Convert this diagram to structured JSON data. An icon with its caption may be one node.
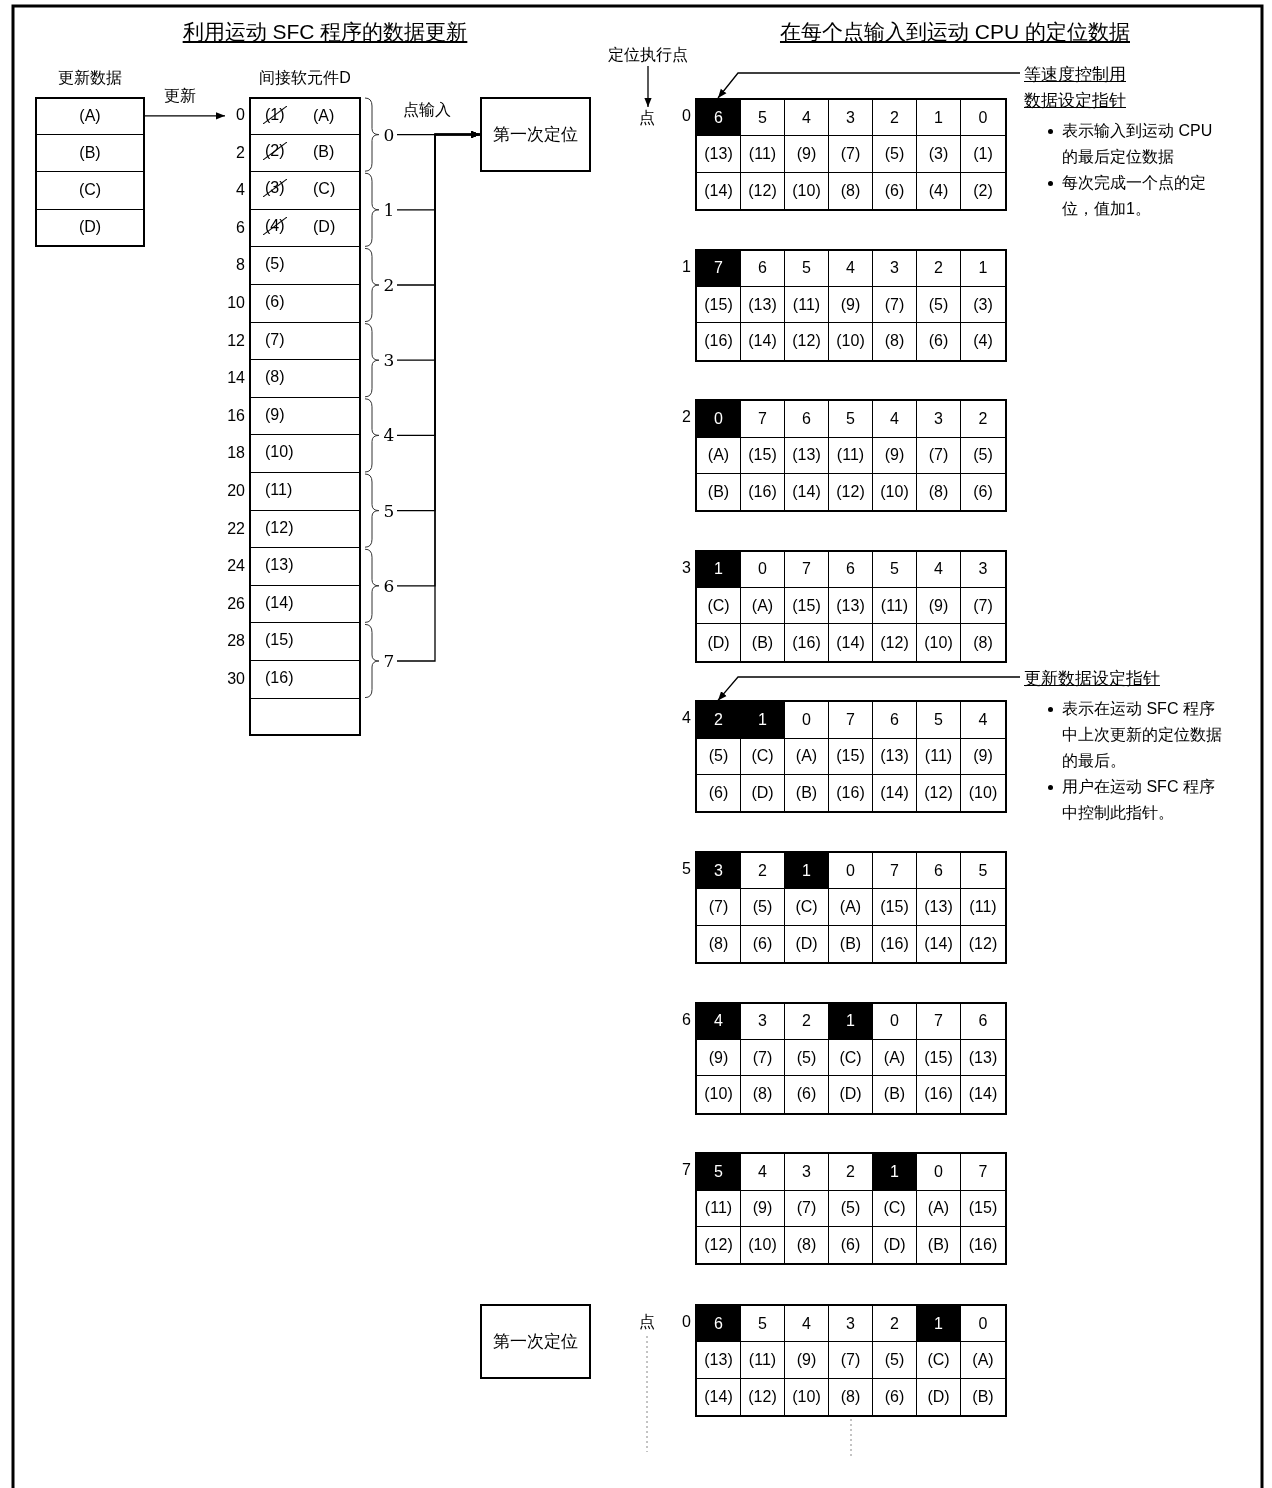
{
  "diagram": {
    "nodes": [
      {
        "text": [
          "更新数据"
        ]
      },
      {
        "text": [
          "(A)"
        ],
        "in": 0
      },
      {
        "text": [
          "(B)"
        ],
        "in": 0
      },
      {
        "text": [
          "(C)"
        ],
        "in": 0
      },
      {
        "text": [
          "(D)"
        ],
        "in": 0
      },
      {
        "text": [
          "间接软元件D"
        ]
      },
      {
        "text": [
          "(1)",
          "(A)"
        ],
        "in": 5,
        "beside": [
          "0"
        ]
      },
      {
        "text": [
          "(2)",
          "(B)"
        ],
        "in": 5,
        "beside": [
          "2"
        ]
      },
      {
        "text": [
          "(3)",
          "(C)"
        ],
        "in": 5,
        "beside": [
          "4"
        ]
      },
      {
        "text": [
          "(4)",
          "(D)"
        ],
        "in": 5,
        "beside": [
          "6"
        ]
      },
      {
        "text": [
          "(5)"
        ],
        "in": 5,
        "beside": [
          "8"
        ]
      },
      {
        "text": [
          "(6)"
        ],
        "in": 5,
        "beside": [
          "10"
        ]
      },
      {
        "text": [
          "(7)"
        ],
        "in": 5,
        "beside": [
          "12"
        ]
      },
      {
        "text": [
          "(8)"
        ],
        "in": 5,
        "beside": [
          "14"
        ]
      },
      {
        "text": [
          "(9)"
        ],
        "in": 5,
        "beside": [
          "16"
        ]
      },
      {
        "text": [
          "(10)"
        ],
        "in": 5,
        "beside": [
          "18"
        ]
      },
      {
        "text": [
          "(11)"
        ],
        "in": 5,
        "beside": [
          "20"
        ]
      },
      {
        "text": [
          "(12)"
        ],
        "in": 5,
        "beside": [
          "22"
        ]
      },
      {
        "text": [
          "(13)"
        ],
        "in": 5,
        "beside": [
          "24"
        ]
      },
      {
        "text": [
          "(14)"
        ],
        "in": 5,
        "beside": [
          "26"
        ]
      },
      {
        "text": [
          "(15)"
        ],
        "in": 5,
        "beside": [
          "28"
        ]
      },
      {
        "text": [
          "(16)"
        ],
        "in": 5,
        "beside": [
          "30"
        ]
      },
      {
        "text": [],
        "shape": "box",
        "in": 5
      },
      {
        "text": [
          "0"
        ]
      },
      {
        "text": [
          "1"
        ]
      },
      {
        "text": [
          "2"
        ]
      },
      {
        "text": [
          "3"
        ]
      },
      {
        "text": [
          "4"
        ]
      },
      {
        "text": [
          "5"
        ]
      },
      {
        "text": [
          "6"
        ]
      },
      {
        "text": [
          "7"
        ]
      },
      {
        "text": [
          "第一次定位"
        ]
      },
      {
        "text": [
          "定位执行点"
        ]
      },
      {
        "text": [
          "点"
        ]
      },
      {
        "text": [
          "6",
          "5",
          "4",
          "3",
          "2",
          "1",
          "0",
          "(13)",
          "(11)",
          "(9)",
          "(7)",
          "(5)",
          "(3)",
          "(1)",
          "(14)",
          "(12)",
          "(10)",
          "(8)",
          "(6)",
          "(4)",
          "(2)"
        ],
        "beside": [
          "0"
        ]
      },
      {
        "text": [
          "7",
          "6",
          "5",
          "4",
          "3",
          "2",
          "1",
          "(15)",
          "(13)",
          "(11)",
          "(9)",
          "(7)",
          "(5)",
          "(3)",
          "(16)",
          "(14)",
          "(12)",
          "(10)",
          "(8)",
          "(6)",
          "(4)"
        ],
        "beside": [
          "1"
        ]
      },
      {
        "text": [
          "0",
          "7",
          "6",
          "5",
          "4",
          "3",
          "2",
          "(A)",
          "(15)",
          "(13)",
          "(11)",
          "(9)",
          "(7)",
          "(5)",
          "(B)",
          "(16)",
          "(14)",
          "(12)",
          "(10)",
          "(8)",
          "(6)"
        ],
        "beside": [
          "2"
        ]
      },
      {
        "text": [
          "1",
          "0",
          "7",
          "6",
          "5",
          "4",
          "3",
          "(C)",
          "(A)",
          "(15)",
          "(13)",
          "(11)",
          "(9)",
          "(7)",
          "(D)",
          "(B)",
          "(16)",
          "(14)",
          "(12)",
          "(10)",
          "(8)"
        ],
        "beside": [
          "3"
        ]
      },
      {
        "text": [
          "2",
          "1",
          "0",
          "7",
          "6",
          "5",
          "4",
          "(5)",
          "(C)",
          "(A)",
          "(15)",
          "(13)",
          "(11)",
          "(9)",
          "(6)",
          "(D)",
          "(B)",
          "(16)",
          "(14)",
          "(12)",
          "(10)"
        ],
        "beside": [
          "4"
        ]
      },
      {
        "text": [
          "3",
          "2",
          "1",
          "0",
          "7",
          "6",
          "5",
          "(7)",
          "(5)",
          "(C)",
          "(A)",
          "(15)",
          "(13)",
          "(11)",
          "(8)",
          "(6)",
          "(D)",
          "(B)",
          "(16)",
          "(14)",
          "(12)"
        ],
        "beside": [
          "5"
        ]
      },
      {
        "text": [
          "4",
          "3",
          "2",
          "1",
          "0",
          "7",
          "6",
          "(9)",
          "(7)",
          "(5)",
          "(C)",
          "(A)",
          "(15)",
          "(13)",
          "(10)",
          "(8)",
          "(6)",
          "(D)",
          "(B)",
          "(16)",
          "(14)"
        ],
        "beside": [
          "6"
        ]
      },
      {
        "text": [
          "5",
          "4",
          "3",
          "2",
          "1",
          "0",
          "7",
          "(11)",
          "(9)",
          "(7)",
          "(5)",
          "(C)",
          "(A)",
          "(15)",
          "(12)",
          "(10)",
          "(8)",
          "(6)",
          "(D)",
          "(B)",
          "(16)"
        ],
        "beside": [
          "7"
        ]
      },
      {
        "text": [
          "等速度控制用数据设定指针",
          "表示输入到运动 CPU 的最后定位数据",
          "每次完成一个点的定位，值加1。"
        ]
      },
      {
        "text": [
          "更新数据设定指针",
          "表示在运动 SFC 程序中上次更新的定位数据的最后。",
          "用户在运动 SFC 程序中控制此指针。"
        ]
      },
      {
        "text": [
          "第一次定位"
        ]
      },
      {
        "text": [
          "6",
          "5",
          "4",
          "3",
          "2",
          "1",
          "0",
          "(13)",
          "(11)",
          "(9)",
          "(7)",
          "(5)",
          "(C)",
          "(A)",
          "(14)",
          "(12)",
          "(10)",
          "(8)",
          "(6)",
          "(D)",
          "(B)"
        ],
        "beside": [
          "0"
        ]
      }
    ],
    "edges": [
      {
        "from": 0,
        "to": 6,
        "arrow": "to",
        "label": "更新"
      },
      {
        "from": 23,
        "to": 31,
        "arrow": "to",
        "label": "点输入"
      },
      {
        "from": 24,
        "to": 31,
        "arrow": "to"
      },
      {
        "from": 25,
        "to": 31,
        "arrow": "to"
      },
      {
        "from": 26,
        "to": 31,
        "arrow": "to"
      },
      {
        "from": 27,
        "to": 31,
        "arrow": "to"
      },
      {
        "from": 28,
        "to": 31,
        "arrow": "to"
      },
      {
        "from": 29,
        "to": 31,
        "arrow": "to"
      },
      {
        "from": 30,
        "to": 31,
        "arrow": "to"
      },
      {
        "from": 32,
        "to": 33,
        "arrow": "to"
      },
      {
        "from": 42,
        "to": 34,
        "arrow": "to"
      },
      {
        "from": 43,
        "to": 38,
        "arrow": "to"
      }
    ],
    "labels": [
      "利用运动 SFC 程序的数据更新",
      "在每个点输入到运动 CPU 的定位数据",
      "点"
    ]
  }
}
